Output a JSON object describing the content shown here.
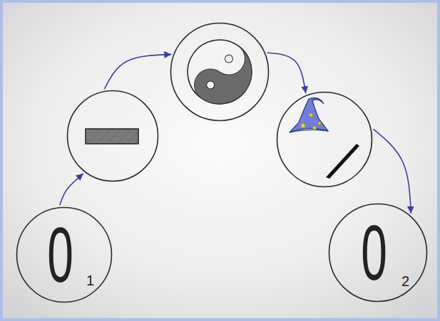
{
  "diagram": {
    "nodes": [
      {
        "text": [
          "0",
          "1"
        ]
      },
      {
        "text": []
      },
      {
        "text": []
      },
      {
        "text": []
      },
      {
        "text": [
          "0",
          "2"
        ]
      }
    ],
    "edges": [
      {
        "from": 0,
        "to": 1,
        "arrow": "to"
      },
      {
        "from": 1,
        "to": 2,
        "arrow": "to"
      },
      {
        "from": 2,
        "to": 3,
        "arrow": "to"
      },
      {
        "from": 3,
        "to": 4,
        "arrow": "to"
      }
    ]
  }
}
